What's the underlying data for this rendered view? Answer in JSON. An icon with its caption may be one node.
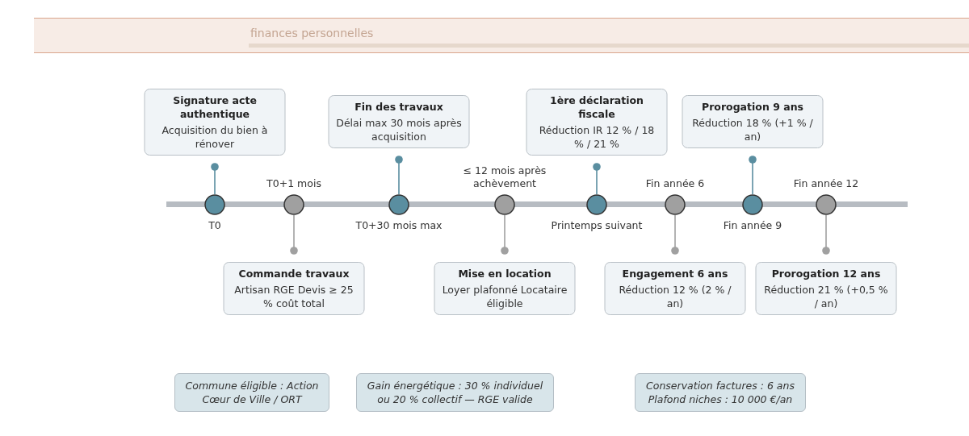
{
  "diagram": {
    "nodes": [
      {
        "text": [],
        "shape": "circle",
        "beside": [
          "T0"
        ]
      },
      {
        "text": [],
        "shape": "circle",
        "beside": [
          "T0+1 mois"
        ]
      },
      {
        "text": [],
        "shape": "circle",
        "beside": [
          "T0+30 mois max"
        ]
      },
      {
        "text": [],
        "shape": "circle",
        "beside": [
          "≤ 12 mois après achèvement"
        ]
      },
      {
        "text": [],
        "shape": "circle",
        "beside": [
          "Printemps suivant"
        ]
      },
      {
        "text": [],
        "shape": "circle",
        "beside": [
          "Fin année 6"
        ]
      },
      {
        "text": [],
        "shape": "circle",
        "beside": [
          "Fin année 9"
        ]
      },
      {
        "text": [],
        "shape": "circle",
        "beside": [
          "Fin année 12"
        ]
      },
      {
        "text": [
          "Signature acte authentique",
          "Acquisition du bien à rénover"
        ]
      },
      {
        "text": [
          "Commande travaux",
          "Artisan RGE Devis ≥ 25 % coût total"
        ]
      },
      {
        "text": [
          "Fin des travaux",
          "Délai max 30 mois après acquisition"
        ]
      },
      {
        "text": [
          "Mise en location",
          "Loyer plafonné Locataire éligible"
        ]
      },
      {
        "text": [
          "1ère déclaration fiscale",
          "Réduction IR 12 % / 18 % / 21 %"
        ]
      },
      {
        "text": [
          "Engagement 6 ans",
          "Réduction 12 % (2 % / an)"
        ]
      },
      {
        "text": [
          "Prorogation 9 ans",
          "Réduction 18 % (+1 % / an)"
        ]
      },
      {
        "text": [
          "Prorogation 12 ans",
          "Réduction 21 % (+0,5 % / an)"
        ]
      },
      {
        "text": [
          "Commune éligible : Action Cœur de Ville / ORT"
        ]
      },
      {
        "text": [
          "Gain énergétique : 30 % individuel ou 20 % collectif — RGE valide"
        ]
      },
      {
        "text": [
          "Conservation factures : 6 ans Plafond niches : 10 000 €/an"
        ]
      }
    ],
    "edges": [
      {
        "from": 8,
        "to": 0,
        "arrow": "other"
      },
      {
        "from": 9,
        "to": 1,
        "arrow": "other"
      },
      {
        "from": 10,
        "to": 2,
        "arrow": "other"
      },
      {
        "from": 11,
        "to": 3,
        "arrow": "other"
      },
      {
        "from": 12,
        "to": 4,
        "arrow": "other"
      },
      {
        "from": 13,
        "to": 5,
        "arrow": "other"
      },
      {
        "from": 14,
        "to": 6,
        "arrow": "other"
      },
      {
        "from": 15,
        "to": 7,
        "arrow": "other"
      }
    ],
    "labels": [
      "finances personnelles"
    ]
  }
}
